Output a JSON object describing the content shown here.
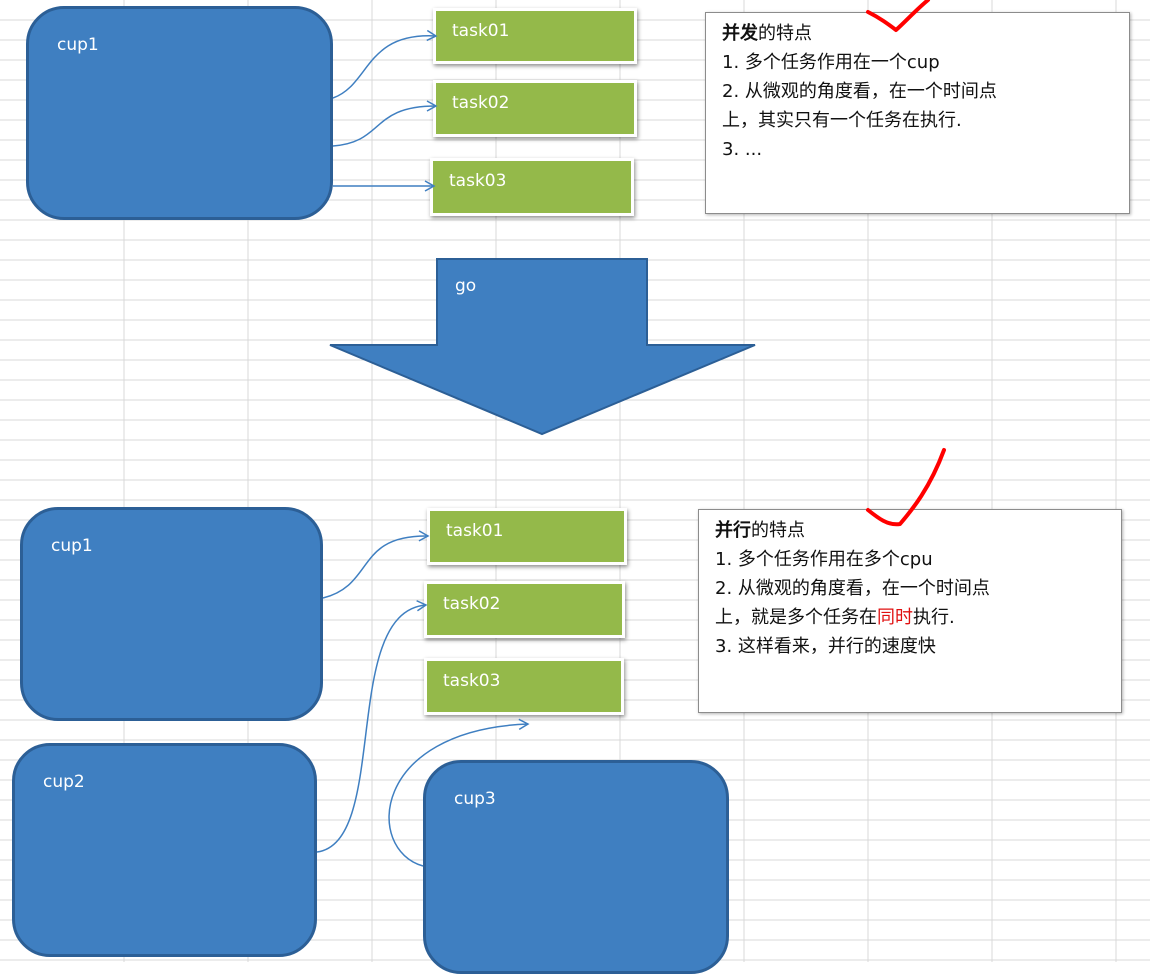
{
  "top": {
    "cpu_label": "cup1",
    "tasks": [
      "task01",
      "task02",
      "task03"
    ],
    "note": {
      "title_bold": "并发",
      "title_rest": "的特点",
      "line1": "1. 多个任务作用在一个cup",
      "line2": "2. 从微观的角度看，在一个时间点",
      "line3": "上，其实只有一个任务在执行.",
      "line4": "3. ..."
    }
  },
  "arrow_label": "go",
  "bottom": {
    "cpu_labels": [
      "cup1",
      "cup2",
      "cup3"
    ],
    "tasks": [
      "task01",
      "task02",
      "task03"
    ],
    "note": {
      "title_bold": "并行",
      "title_rest": "的特点",
      "line1": "1. 多个任务作用在多个cpu",
      "line2": "2. 从微观的角度看，在一个时间点",
      "line3_pre": "上，就是多个任务在",
      "line3_red": "同时",
      "line3_post": "执行.",
      "line4": "3. 这样看来，并行的速度快"
    }
  },
  "colors": {
    "cpu_fill": "#3f7fc1",
    "task_fill": "#94b94a",
    "connector": "#3f7fc1",
    "checkmark": "#ff0000",
    "highlight_text": "#e01010"
  }
}
